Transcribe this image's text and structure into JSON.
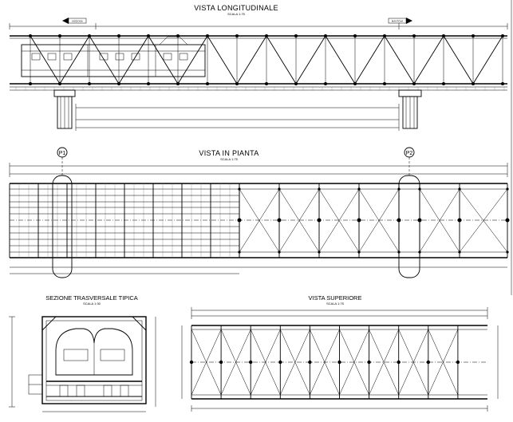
{
  "views": {
    "longitudinal": {
      "title": "VISTA LONGITUDINALE",
      "scale": "SCALA 1:75",
      "left_direction": "MODONA",
      "right_direction": "MANTOVA"
    },
    "plan": {
      "title": "VISTA IN PIANTA",
      "scale": "SCALA 1:75",
      "pier_left": "P1",
      "pier_right": "P2"
    },
    "section": {
      "title": "SEZIONE TRASVERSALE TIPICA",
      "scale": "SCALA 1:30"
    },
    "top": {
      "title": "VISTA SUPERIORE",
      "scale": "SCALA 1:75"
    }
  }
}
